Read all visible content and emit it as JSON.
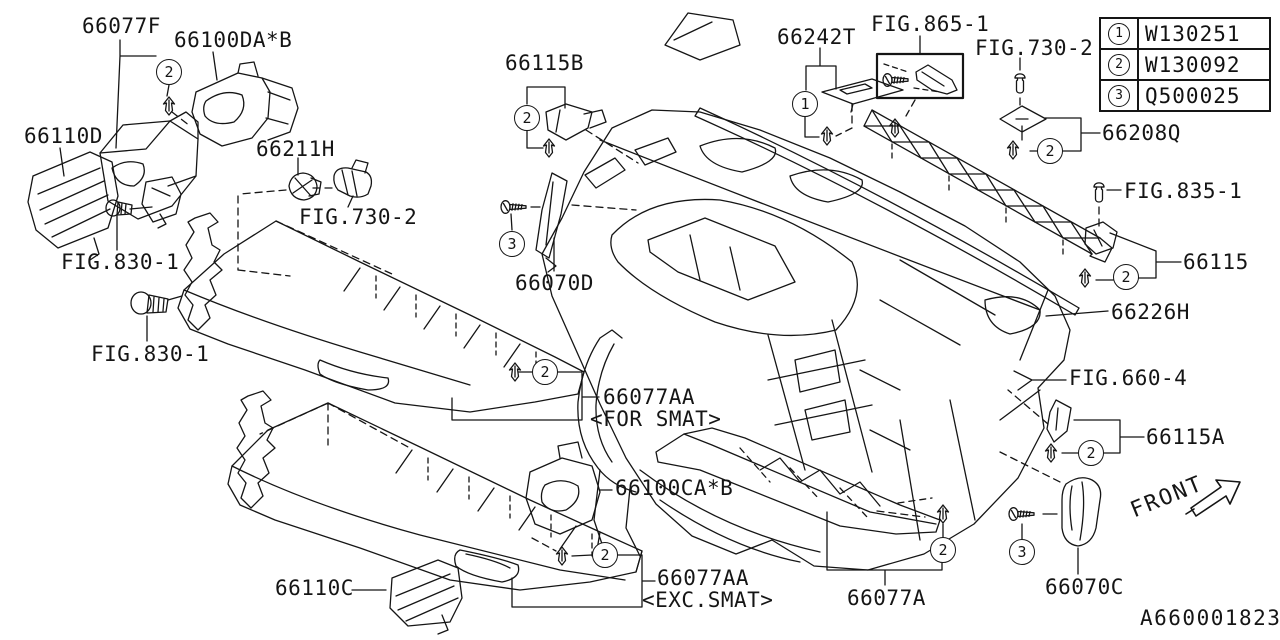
{
  "doc": {
    "drawing_number": "A660001823",
    "front_label": "FRONT"
  },
  "legend": {
    "rows": [
      {
        "num": "1",
        "code": "W130251"
      },
      {
        "num": "2",
        "code": "W130092"
      },
      {
        "num": "3",
        "code": "Q500025"
      }
    ]
  },
  "labels": [
    {
      "id": "66077F",
      "text": "66077F"
    },
    {
      "id": "66100DA",
      "text": "66100DA*B"
    },
    {
      "id": "66110D",
      "text": "66110D"
    },
    {
      "id": "66211H",
      "text": "66211H"
    },
    {
      "id": "fig730-2-left",
      "text": "FIG.730-2"
    },
    {
      "id": "fig830-1-upper",
      "text": "FIG.830-1"
    },
    {
      "id": "fig830-1-lower",
      "text": "FIG.830-1"
    },
    {
      "id": "66115B",
      "text": "66115B"
    },
    {
      "id": "66070D",
      "text": "66070D"
    },
    {
      "id": "66242T",
      "text": "66242T"
    },
    {
      "id": "fig865-1",
      "text": "FIG.865-1"
    },
    {
      "id": "fig730-2-right",
      "text": "FIG.730-2"
    },
    {
      "id": "66208Q",
      "text": "66208Q"
    },
    {
      "id": "fig835-1",
      "text": "FIG.835-1"
    },
    {
      "id": "66115",
      "text": "66115"
    },
    {
      "id": "66226H",
      "text": "66226H"
    },
    {
      "id": "fig660-4",
      "text": "FIG.660-4"
    },
    {
      "id": "66115A",
      "text": "66115A"
    },
    {
      "id": "66100CA",
      "text": "66100CA*B"
    },
    {
      "id": "66077AA-for",
      "text": "66077AA"
    },
    {
      "id": "for-smat",
      "text": "<FOR SMAT>"
    },
    {
      "id": "66077AA-exc",
      "text": "66077AA"
    },
    {
      "id": "exc-smat",
      "text": "<EXC.SMAT>"
    },
    {
      "id": "66110C",
      "text": "66110C"
    },
    {
      "id": "66077A",
      "text": "66077A"
    },
    {
      "id": "66070C",
      "text": "66070C"
    }
  ],
  "callouts": [
    {
      "num": "2"
    },
    {
      "num": "2"
    },
    {
      "num": "3"
    },
    {
      "num": "1"
    },
    {
      "num": "2"
    },
    {
      "num": "2"
    },
    {
      "num": "2"
    },
    {
      "num": "2"
    },
    {
      "num": "2"
    },
    {
      "num": "2"
    },
    {
      "num": "3"
    }
  ],
  "colors": {
    "line": "#151515",
    "background": "#ffffff"
  }
}
